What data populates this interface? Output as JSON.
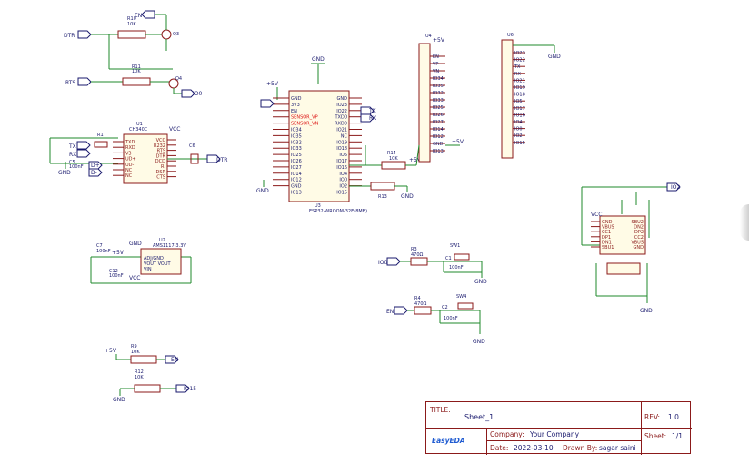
{
  "title_block": {
    "title_label": "TITLE:",
    "title": "Sheet_1",
    "rev_label": "REV:",
    "rev": "1.0",
    "company_label": "Company:",
    "company": "Your Company",
    "sheet_label": "Sheet:",
    "sheet": "1/1",
    "date_label": "Date:",
    "date": "2022-03-10",
    "drawn_label": "Drawn By:",
    "drawn": "sagar saini",
    "logo": "EasyEDA"
  },
  "nets": {
    "dtr": "DTR",
    "rts": "RTS",
    "gnd": "GND",
    "vcc": "VCC",
    "v5": "+5V",
    "io0": "IO0",
    "en": "EN",
    "io2": "IO2",
    "io15": "IO15",
    "txd": "TX",
    "rxd": "RX",
    "d_plus": "D+",
    "d_minus": "D-"
  },
  "parts": {
    "r10": "R10",
    "r10_val": "10K",
    "r11": "R11",
    "r11_val": "10K",
    "q3": "Q3",
    "q4": "Q4",
    "r1": "R1",
    "u1": "U1",
    "u1_name": "CH340C",
    "c5": "C5",
    "c5_val": "100nF",
    "c6": "C6",
    "u3": "U3",
    "u3_name": "ESP32-WROOM-32E(8MB)",
    "r14": "R14",
    "r14_val": "10K",
    "r13": "R13",
    "u4": "U4",
    "u6": "U6",
    "u2": "U2",
    "u2_name": "AMS1117-3.3V",
    "c7": "C7",
    "c7_val": "100nF",
    "c12": "C12",
    "c12_val": "100nF",
    "r3": "R3",
    "r3_val": "470Ω",
    "sw1": "SW1",
    "c1": "C1",
    "c1_val": "100nF",
    "r4": "R4",
    "r4_val": "470Ω",
    "sw4": "SW4",
    "c2": "C2",
    "c2_val": "100nF",
    "r9": "R9",
    "r9_val": "10K",
    "r12": "R12",
    "r12_val": "10K"
  },
  "esp32_left_pins": [
    "GND",
    "3V3",
    "EN",
    "SENSOR_VP",
    "SENSOR_VN",
    "IO34",
    "IO35",
    "IO32",
    "IO33",
    "IO25",
    "IO26",
    "IO27",
    "IO14",
    "IO12",
    "GND",
    "IO13"
  ],
  "esp32_right_pins": [
    "GND",
    "IO23",
    "IO22",
    "TXD0",
    "RXD0",
    "IO21",
    "NC",
    "IO19",
    "IO18",
    "IO5",
    "IO17",
    "IO16",
    "IO4",
    "IO0",
    "IO2",
    "IO15"
  ],
  "u4_labels": [
    "EN",
    "VP",
    "VN",
    "IO34",
    "IO35",
    "IO32",
    "IO33",
    "IO25",
    "IO26",
    "IO27",
    "IO14",
    "IO12",
    "GND",
    "IO13"
  ],
  "u6_labels": [
    "IO23",
    "IO22",
    "TX",
    "RX",
    "IO21",
    "IO19",
    "IO18",
    "IO5",
    "IO17",
    "IO16",
    "IO4",
    "IO0",
    "IO2",
    "IO15"
  ],
  "ch340_left_pins": [
    "TXD",
    "RXD",
    "V3",
    "UD+",
    "UD-",
    "NC",
    "NC"
  ],
  "ch340_right_pins": [
    "VCC",
    "R232",
    "RTS",
    "DTR",
    "DCD",
    "RI",
    "DSR",
    "CTS"
  ],
  "usb_pins": [
    "GND",
    "VBUS",
    "CC1",
    "DP1",
    "DN1",
    "SBU1",
    "SBU2",
    "DN2",
    "DP2",
    "CC2",
    "VBUS",
    "GND"
  ]
}
